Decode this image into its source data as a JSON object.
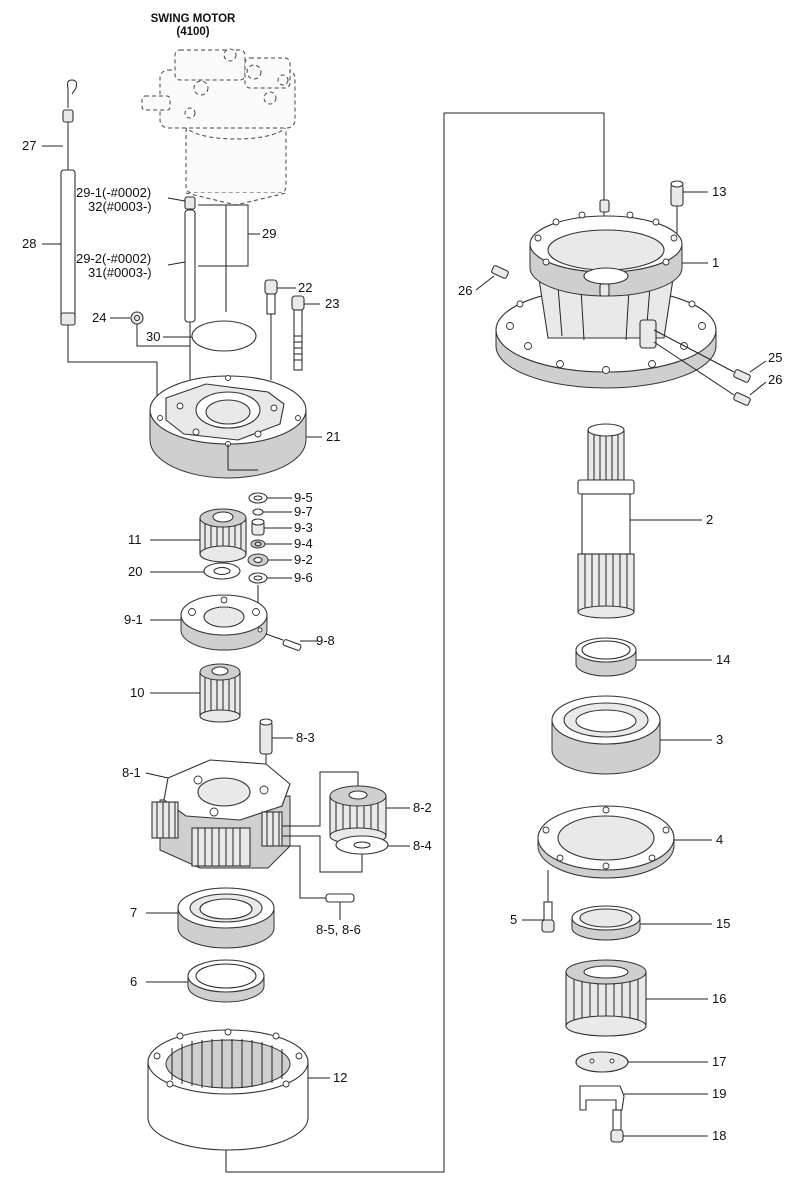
{
  "title": {
    "line1": "SWING MOTOR",
    "line2": "(4100)"
  },
  "labels": {
    "p27": "27",
    "p28": "28",
    "p29_1": "29-1(-#0002)",
    "p32": "32(#0003-)",
    "p29": "29",
    "p29_2": "29-2(-#0002)",
    "p31": "31(#0003-)",
    "p22": "22",
    "p23": "23",
    "p24": "24",
    "p30": "30",
    "p21": "21",
    "p9_5": "9-5",
    "p9_7": "9-7",
    "p9_3": "9-3",
    "p9_4": "9-4",
    "p9_2": "9-2",
    "p9_6": "9-6",
    "p11": "11",
    "p20": "20",
    "p9_1": "9-1",
    "p9_8": "9-8",
    "p10": "10",
    "p8_3": "8-3",
    "p8_1": "8-1",
    "p8_2": "8-2",
    "p8_4": "8-4",
    "p8_5_6": "8-5, 8-6",
    "p7": "7",
    "p6": "6",
    "p12": "12",
    "p13": "13",
    "p1": "1",
    "p26a": "26",
    "p25": "25",
    "p26b": "26",
    "p2": "2",
    "p14": "14",
    "p3": "3",
    "p4": "4",
    "p5": "5",
    "p15": "15",
    "p16": "16",
    "p17": "17",
    "p19": "19",
    "p18": "18"
  }
}
